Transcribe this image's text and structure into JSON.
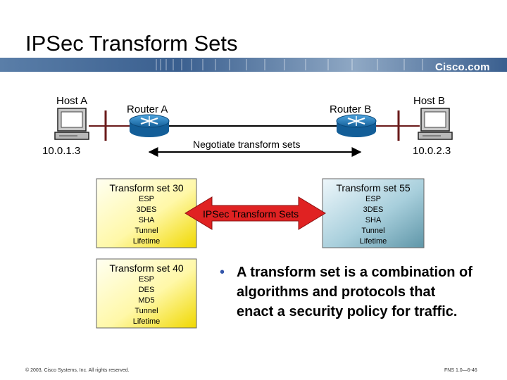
{
  "slide": {
    "title": "IPSec Transform Sets",
    "brand": "Cisco.com",
    "footer_left": "© 2003, Cisco Systems, Inc. All rights reserved.",
    "footer_right": "FNS 1.0—6-46"
  },
  "network": {
    "host_a": {
      "label": "Host A",
      "ip": "10.0.1.3"
    },
    "host_b": {
      "label": "Host B",
      "ip": "10.0.2.3"
    },
    "router_a": {
      "label": "Router A"
    },
    "router_b": {
      "label": "Router B"
    },
    "negotiate_label": "Negotiate transform sets"
  },
  "transform_sets": {
    "set30": {
      "title": "Transform set 30",
      "items": [
        "ESP",
        "3DES",
        "SHA",
        "Tunnel",
        "Lifetime"
      ]
    },
    "set40": {
      "title": "Transform set 40",
      "items": [
        "ESP",
        "DES",
        "MD5",
        "Tunnel",
        "Lifetime"
      ]
    },
    "set55": {
      "title": "Transform set 55",
      "items": [
        "ESP",
        "3DES",
        "SHA",
        "Tunnel",
        "Lifetime"
      ]
    }
  },
  "ipsec_arrow_label": "IPSec Transform Sets",
  "bullet": {
    "marker": "•",
    "text": "A transform set is a combination of algorithms and protocols that enact a security policy for traffic."
  },
  "colors": {
    "header_band": "#3a5f8f",
    "box_left_light": "#fffde0",
    "box_left_dark": "#f0d800",
    "box_right_light": "#d8ecf4",
    "box_right_dark": "#7aaebf",
    "arrow_red": "#d92020",
    "router_blue": "#1a72b8",
    "line_red": "#7a1a1a"
  },
  "icons": {
    "host_a": "desktop-computer-icon",
    "host_b": "desktop-computer-icon",
    "router_a": "router-icon",
    "router_b": "router-icon"
  }
}
